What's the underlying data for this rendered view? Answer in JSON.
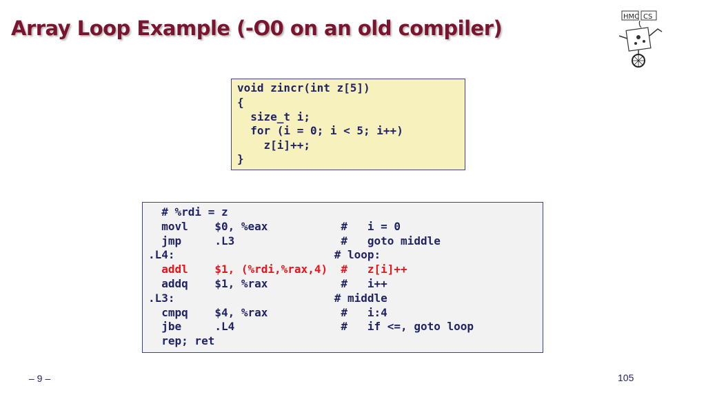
{
  "title": "Array Loop Example (-O0 on an old compiler)",
  "logo": {
    "icon": "hmc-cs-robot-logo",
    "text_left": "HMC",
    "text_right": "CS"
  },
  "c_code": [
    "void zincr(int z[5])",
    "{",
    "  size_t i;",
    "  for (i = 0; i < 5; i++)",
    "    z[i]++;",
    "}"
  ],
  "asm_code": [
    {
      "text": "  # %rdi = z",
      "highlight": false
    },
    {
      "text": "  movl    $0, %eax           #   i = 0",
      "highlight": false
    },
    {
      "text": "  jmp     .L3                #   goto middle",
      "highlight": false
    },
    {
      "text": ".L4:                        # loop:",
      "highlight": false
    },
    {
      "text": "  addl    $1, (%rdi,%rax,4)  #   z[i]++",
      "highlight": true
    },
    {
      "text": "  addq    $1, %rax           #   i++",
      "highlight": false
    },
    {
      "text": ".L3:                        # middle",
      "highlight": false
    },
    {
      "text": "  cmpq    $4, %rax           #   i:4",
      "highlight": false
    },
    {
      "text": "  jbe     .L4                #   if <=, goto loop",
      "highlight": false
    },
    {
      "text": "  rep; ret",
      "highlight": false
    }
  ],
  "footer": {
    "page_label": "– 9 –",
    "slide_number": "105"
  },
  "colors": {
    "title": "#7a1530",
    "code_text": "#1f2366",
    "highlight": "#e8141a",
    "c_box_bg": "#f7f2bd",
    "asm_box_bg": "#f2f2f2"
  }
}
